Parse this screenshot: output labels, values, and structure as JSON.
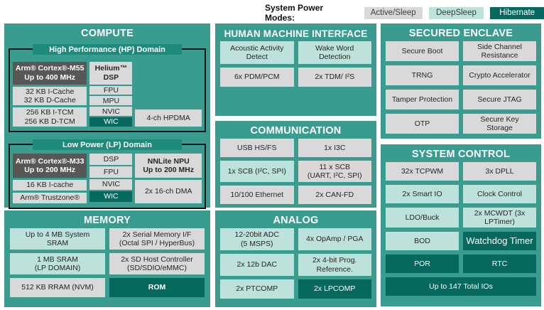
{
  "legend": {
    "title": "System Power Modes:",
    "modes": [
      {
        "label": "Active/Sleep",
        "color": "#d9d9d9"
      },
      {
        "label": "DeepSleep",
        "color": "#bde2db"
      },
      {
        "label": "Hibernate",
        "color": "#07695e"
      }
    ]
  },
  "colors": {
    "panel_teal": "#3a9c8e",
    "domain_header_teal": "#1e8b7a",
    "active_sleep_gray": "#d9d9d9",
    "deepsleep_light_teal": "#bde2db",
    "hibernate_dark_teal": "#07695e",
    "cpu_dark_gray": "#575756"
  },
  "compute": {
    "title": "COMPUTE",
    "hp": {
      "title": "High Performance (HP) Domain",
      "cpu": "Arm® Cortex®-M55\nUp to 400 MHz",
      "helium": "Helium™\nDSP",
      "cache": "32 KB I-Cache\n32 KB D-Cache",
      "fpu": "FPU",
      "mpu": "MPU",
      "tcm": "256 KB I-TCM\n256 KB D-TCM",
      "nvic": "NVIC",
      "wic": "WIC",
      "hpdma": "4-ch HPDMA"
    },
    "lp": {
      "title": "Low Power (LP) Domain",
      "cpu": "Arm® Cortex®-M33\nUp to 200 MHz",
      "dsp": "DSP",
      "fpu": "FPU",
      "npu": "NNLite NPU\nUp to 200 MHz",
      "icache": "16 KB I-cache",
      "nvic": "NVIC",
      "wic": "WIC",
      "dma": "2x 16-ch DMA",
      "trustzone": "Arm® Trustzone®"
    }
  },
  "memory": {
    "title": "MEMORY",
    "sram": "Up to 4 MB System\nSRAM",
    "serial_if": "2x Serial Memory I/F\n(Octal SPI / HyperBus)",
    "lp_sram": "1 MB SRAM\n(LP DOMAIN)",
    "sd_host": "2x SD Host Controller\n(SD/SDIO/eMMC)",
    "rram": "512 KB RRAM (NVM)",
    "rom": "ROM"
  },
  "hmi": {
    "title": "HUMAN MACHINE INTERFACE",
    "aad": "Acoustic Activity\nDetect",
    "wwd": "Wake Word\nDetection",
    "pdm": "6x PDM/PCM",
    "tdm": "2x TDM/ I²S"
  },
  "communication": {
    "title": "COMMUNICATION",
    "usb": "USB HS/FS",
    "i3c": "1x I3C",
    "scb1": "1x SCB (I²C, SPI)",
    "scb11": "11 x SCB\n(UART, I²C, SPI)",
    "ethernet": "10/100 Ethernet",
    "canfd": "2x CAN-FD"
  },
  "analog": {
    "title": "ANALOG",
    "adc": "12-20bit ADC\n(5 MSPS)",
    "opamp": "4x OpAmp / PGA",
    "dac": "2x 12b DAC",
    "ref": "2x 4-bit Prog.\nReference.",
    "ptcomp": "2x PTCOMP",
    "lpcomp": "2x LPCOMP"
  },
  "enclave": {
    "title": "SECURED ENCLAVE",
    "secure_boot": "Secure Boot",
    "side_channel": "Side Channel\nResistance",
    "trng": "TRNG",
    "crypto": "Crypto Accelerator",
    "tamper": "Tamper Protection",
    "jtag": "Secure JTAG",
    "otp": "OTP",
    "key_storage": "Secure Key\nStorage"
  },
  "system_control": {
    "title": "SYSTEM CONTROL",
    "tcpwm": "32x TCPWM",
    "dpll": "3x DPLL",
    "smart_io": "2x Smart IO",
    "clock": "Clock Control",
    "ldo": "LDO/Buck",
    "mcwdt": "2x MCWDT (3x\nLPTimer)",
    "bod": "BOD",
    "watchdog": "Watchdog Timer",
    "por": "POR",
    "rtc": "RTC",
    "total_ios": "Up to 147 Total IOs"
  }
}
